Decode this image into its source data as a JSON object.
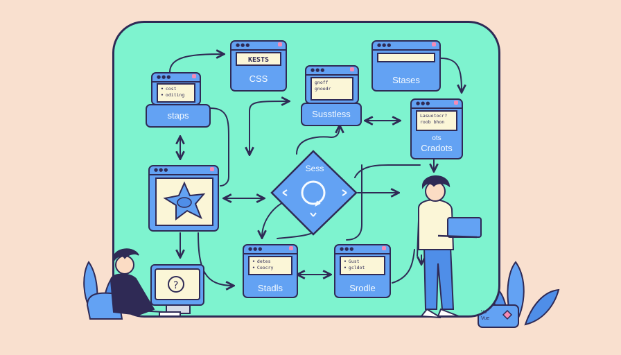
{
  "nodes": {
    "steps": {
      "label": "staps",
      "items": [
        "cost",
        "oditing"
      ]
    },
    "css": {
      "header": "KESTS",
      "label": "CSS"
    },
    "stases": {
      "label": "Stases"
    },
    "susstless": {
      "label": "Susstless",
      "items": [
        "gnoff",
        "gnoedr"
      ]
    },
    "cradots": {
      "line1": "ots",
      "line2": "Cradots",
      "items": [
        "Lasuotocr?",
        "roob bhon"
      ]
    },
    "sess": {
      "label": "Sess"
    },
    "stadls": {
      "label": "Stadls",
      "items": [
        "detes",
        "Coocry"
      ]
    },
    "srodle": {
      "label": "Srodle",
      "items": [
        "Gust",
        "gcldot"
      ]
    }
  },
  "laptop_sticker": "Vo Vue",
  "colors": {
    "background": "#f9e0cf",
    "board": "#7ef3cf",
    "node": "#63a2f3",
    "outline": "#2f2a55",
    "pane": "#fbf6d7",
    "accent": "#f58bb5"
  }
}
